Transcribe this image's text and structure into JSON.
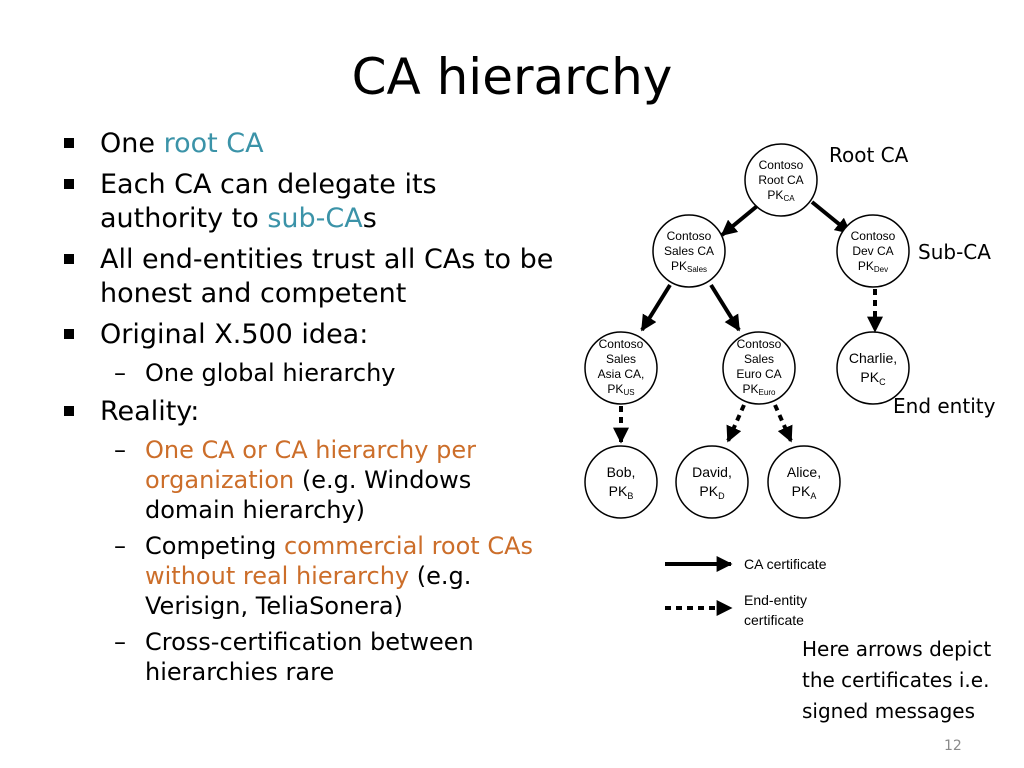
{
  "slide": {
    "title": "CA hierarchy",
    "page_number": "12"
  },
  "bullets": {
    "b1": {
      "pre": "One ",
      "hl": "root CA"
    },
    "b2": {
      "pre": "Each CA can delegate its authority to ",
      "hl": "sub-CA",
      "post": "s"
    },
    "b3": {
      "text": "All end-entities trust all CAs to be honest and competent"
    },
    "b4": {
      "text": "Original X.500 idea:"
    },
    "b4_1": {
      "text": "One global hierarchy"
    },
    "b5": {
      "text": "Reality:"
    },
    "b5_1": {
      "hl": "One CA or CA hierarchy per organization",
      "post": " (e.g. Windows domain hierarchy)"
    },
    "b5_2": {
      "pre": "Competing ",
      "hl": "commercial root CAs without real hierarchy",
      "post": " (e.g. Verisign, TeliaSonera)"
    },
    "b5_3": {
      "text": "Cross-certification between hierarchies rare"
    }
  },
  "diagram": {
    "labels": {
      "root": "Root CA",
      "sub": "Sub-CA",
      "end": "End entity"
    },
    "nodes": {
      "root": {
        "l1": "Contoso",
        "l2": "Root CA",
        "pk": "PK",
        "sub": "CA"
      },
      "sales": {
        "l1": "Contoso",
        "l2": "Sales CA",
        "pk": "PK",
        "sub": "Sales"
      },
      "dev": {
        "l1": "Contoso",
        "l2": "Dev CA",
        "pk": "PK",
        "sub": "Dev"
      },
      "asia": {
        "l1": "Contoso",
        "l2": "Sales",
        "l3": "Asia CA,",
        "pk": "PK",
        "sub": "US"
      },
      "euro": {
        "l1": "Contoso",
        "l2": "Sales",
        "l3": "Euro CA",
        "pk": "PK",
        "sub": "Euro"
      },
      "charlie": {
        "l1": "Charlie,",
        "pk": "PK",
        "sub": "C"
      },
      "bob": {
        "l1": "Bob,",
        "pk": "PK",
        "sub": "B"
      },
      "david": {
        "l1": "David,",
        "pk": "PK",
        "sub": "D"
      },
      "alice": {
        "l1": "Alice,",
        "pk": "PK",
        "sub": "A"
      }
    },
    "legend": {
      "ca_cert": "CA certificate",
      "ee_cert_1": "End-entity",
      "ee_cert_2": "certificate"
    },
    "note": "Here arrows depict the certificates i.e. signed messages"
  }
}
